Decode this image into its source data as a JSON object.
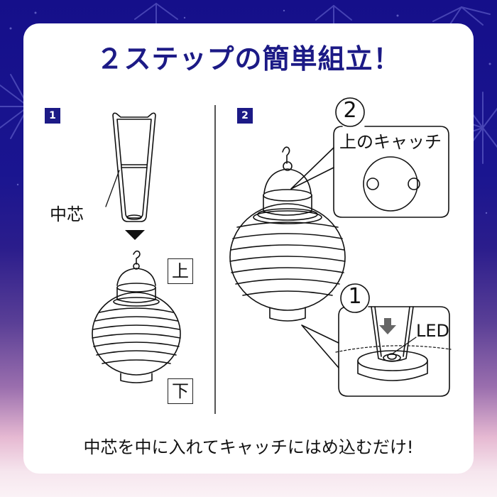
{
  "title": "２ステップの簡単組立！",
  "step1": {
    "badge": "1",
    "core_label": "中芯",
    "top_label": "上",
    "bottom_label": "下"
  },
  "step2": {
    "badge": "2",
    "callout_top": {
      "number": "2",
      "label": "上のキャッチ"
    },
    "callout_bottom": {
      "number": "1",
      "label": "LED"
    }
  },
  "footer": "中芯を中に入れてキャッチにはめ込むだけ!",
  "colors": {
    "accent": "#1c1a86",
    "background_top": "#150f8a",
    "background_bottom": "#fbf2f6",
    "arrow": "#666666"
  }
}
